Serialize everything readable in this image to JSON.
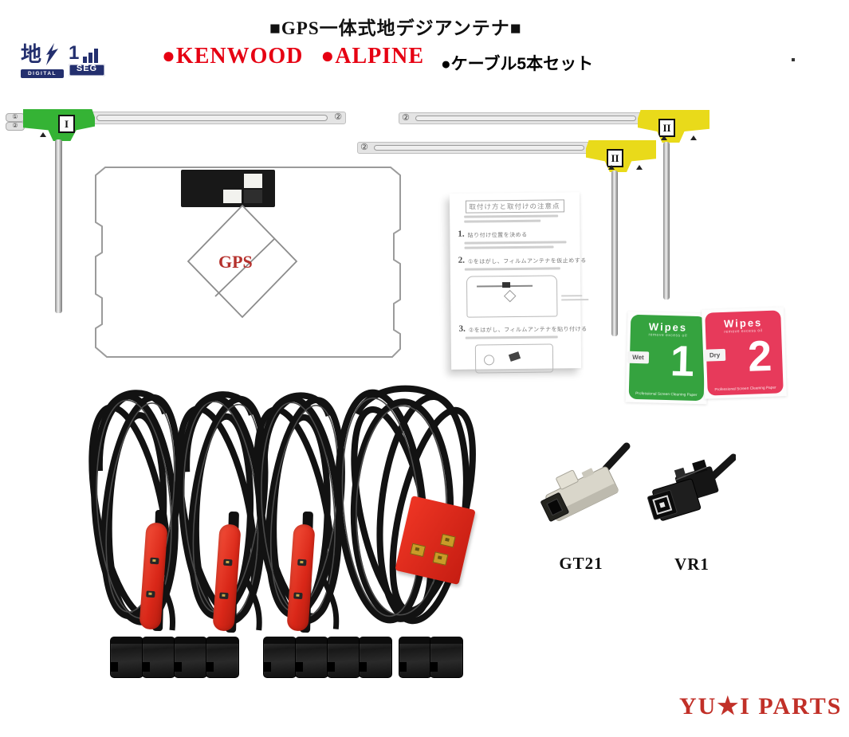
{
  "header": {
    "title": "■GPS一体式地デジアンテナ■",
    "brand1": "●KENWOOD",
    "brand2": "●ALPINE",
    "cable_set": "●ケーブル5本セット",
    "brand_color": "#e60012"
  },
  "logos": {
    "digital": {
      "kanji": "地",
      "label": "DIGITAL"
    },
    "oneseg": {
      "number": "1",
      "label": "SEG"
    }
  },
  "antennas": {
    "green": {
      "mark": "I",
      "tab_top": "①",
      "tab_bottom": "②",
      "arm_end": "②",
      "color": "#35b335"
    },
    "yellow_upper": {
      "mark": "II",
      "arm_end": "②",
      "color": "#e9da1a"
    },
    "yellow_lower": {
      "mark": "II",
      "arm_end": "②",
      "color": "#e9da1a"
    }
  },
  "gps_film": {
    "label": "GPS"
  },
  "manual": {
    "title": "取付け方と取付けの注意点",
    "step1_num": "1.",
    "step1": "貼り付け位置を決める",
    "step2_num": "2.",
    "step2": "①をはがし、フィルムアンテナを仮止めする",
    "step3_num": "3.",
    "step3": "②をはがし、フィルムアンテナを貼り付ける"
  },
  "wipes": {
    "wet": {
      "title": "Wipes",
      "subtitle": "remove excess oil",
      "tab": "Wet",
      "number": "1",
      "footer": "Professional Screen Cleaning Paper",
      "color": "#35a33f"
    },
    "dry": {
      "title": "Wipes",
      "subtitle": "remove excess oil",
      "tab": "Dry",
      "number": "2",
      "footer": "Professional Screen Cleaning Paper",
      "color": "#e73a5b"
    }
  },
  "connectors": {
    "gt21_label": "GT21",
    "vr1_label": "VR1"
  },
  "watermark": "YU★I PARTS",
  "colors": {
    "watermark_red": "#c13028",
    "navy": "#232f6e",
    "cable_black": "#121212",
    "connector_red": "#d92718"
  }
}
